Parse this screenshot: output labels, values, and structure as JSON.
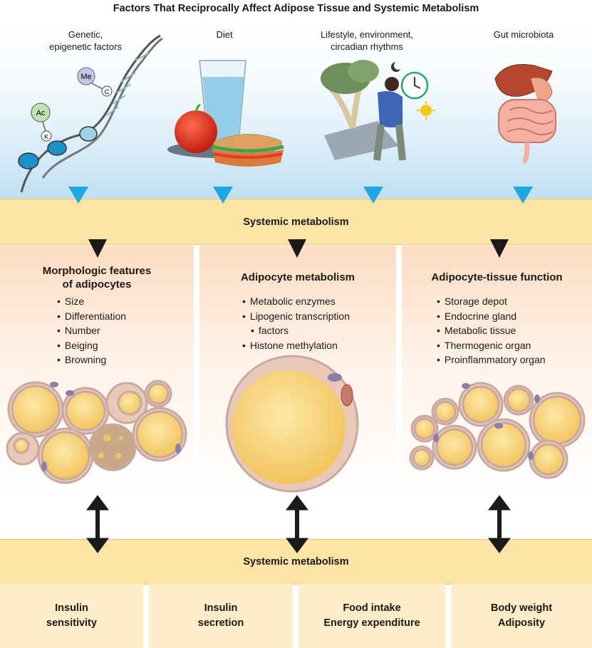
{
  "title": "Factors That Reciprocally Affect Adipose Tissue and Systemic Metabolism",
  "factors": [
    {
      "line1": "Genetic,",
      "line2": "epigenetic factors"
    },
    {
      "line1": "Diet",
      "line2": ""
    },
    {
      "line1": "Lifestyle, environment,",
      "line2": "circadian rhythms"
    },
    {
      "line1": "Gut microbiota",
      "line2": ""
    }
  ],
  "dna_labels": {
    "me": "Me",
    "c": "C",
    "ac": "Ac",
    "k": "K"
  },
  "band_top": "Systemic metabolism",
  "band_bottom": "Systemic metabolism",
  "columns": [
    {
      "title1": "Morphologic features",
      "title2": "of adipocytes",
      "items": [
        "Size",
        "Differentiation",
        "Number",
        "Beiging",
        "Browning"
      ]
    },
    {
      "title1": "Adipocyte metabolism",
      "title2": "",
      "items": [
        "Metabolic enzymes",
        "Lipogenic transcription",
        "factors",
        "Histone methylation"
      ]
    },
    {
      "title1": "Adipocyte-tissue function",
      "title2": "",
      "items": [
        "Storage depot",
        "Endocrine gland",
        "Metabolic tissue",
        "Thermogenic organ",
        "Proinflammatory organ"
      ]
    }
  ],
  "outcomes": [
    {
      "line1": "Insulin",
      "line2": "sensitivity"
    },
    {
      "line1": "Insulin",
      "line2": "secretion"
    },
    {
      "line1": "Food intake",
      "line2": "Energy expenditure"
    },
    {
      "line1": "Body weight",
      "line2": "Adiposity"
    }
  ],
  "colors": {
    "band": "#fbe4a6",
    "column_top": "#fcdcc2",
    "arrow_blue": "#1ea7e1",
    "fat": "#f6d27a",
    "cell_wall": "#e8c9b8",
    "nucleus": "#8a7fa8"
  }
}
